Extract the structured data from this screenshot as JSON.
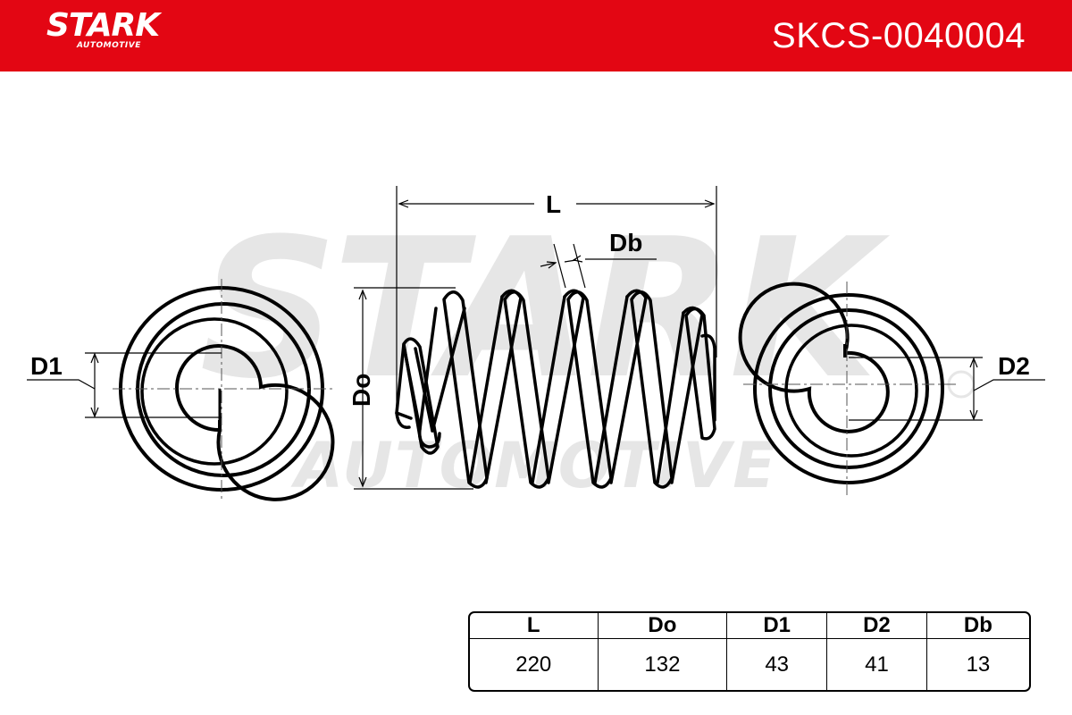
{
  "header": {
    "logo_text": "STARK",
    "logo_subtext": "AUTOMOTIVE",
    "part_number": "SKCS-0040004",
    "brand_color": "#e30613"
  },
  "watermark": {
    "text": "STARK",
    "subtext": "AUTOMOTIVE"
  },
  "drawing": {
    "labels": {
      "L": "L",
      "Db": "Db",
      "Do": "Do",
      "D1": "D1",
      "D2": "D2"
    }
  },
  "spec_table": {
    "headers": [
      "L",
      "Do",
      "D1",
      "D2",
      "Db"
    ],
    "values": [
      "220",
      "132",
      "43",
      "41",
      "13"
    ]
  }
}
